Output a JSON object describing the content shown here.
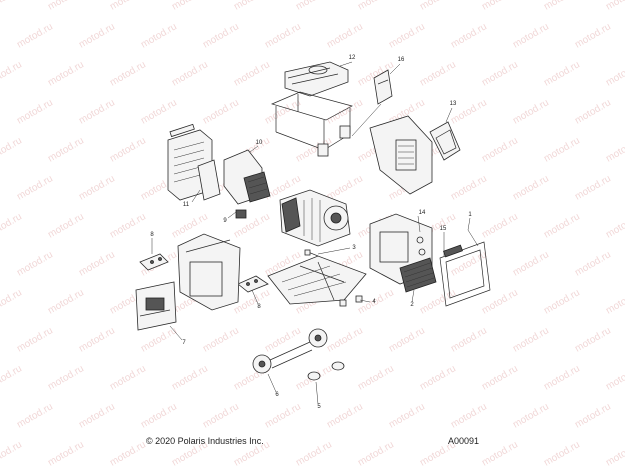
{
  "footer": {
    "copyright": "© 2020 Polaris Industries Inc.",
    "diagram_code": "A00091"
  },
  "watermark": "motod.ru",
  "callouts": {
    "c1": "1",
    "c2": "2",
    "c3": "3",
    "c4": "4",
    "c5": "5",
    "c6": "6",
    "c7": "7",
    "c8a": "8",
    "c8b": "8",
    "c9": "9",
    "c10": "10",
    "c11": "11",
    "c12": "12",
    "c13": "13",
    "c14": "14",
    "c15": "15",
    "c16": "16"
  }
}
